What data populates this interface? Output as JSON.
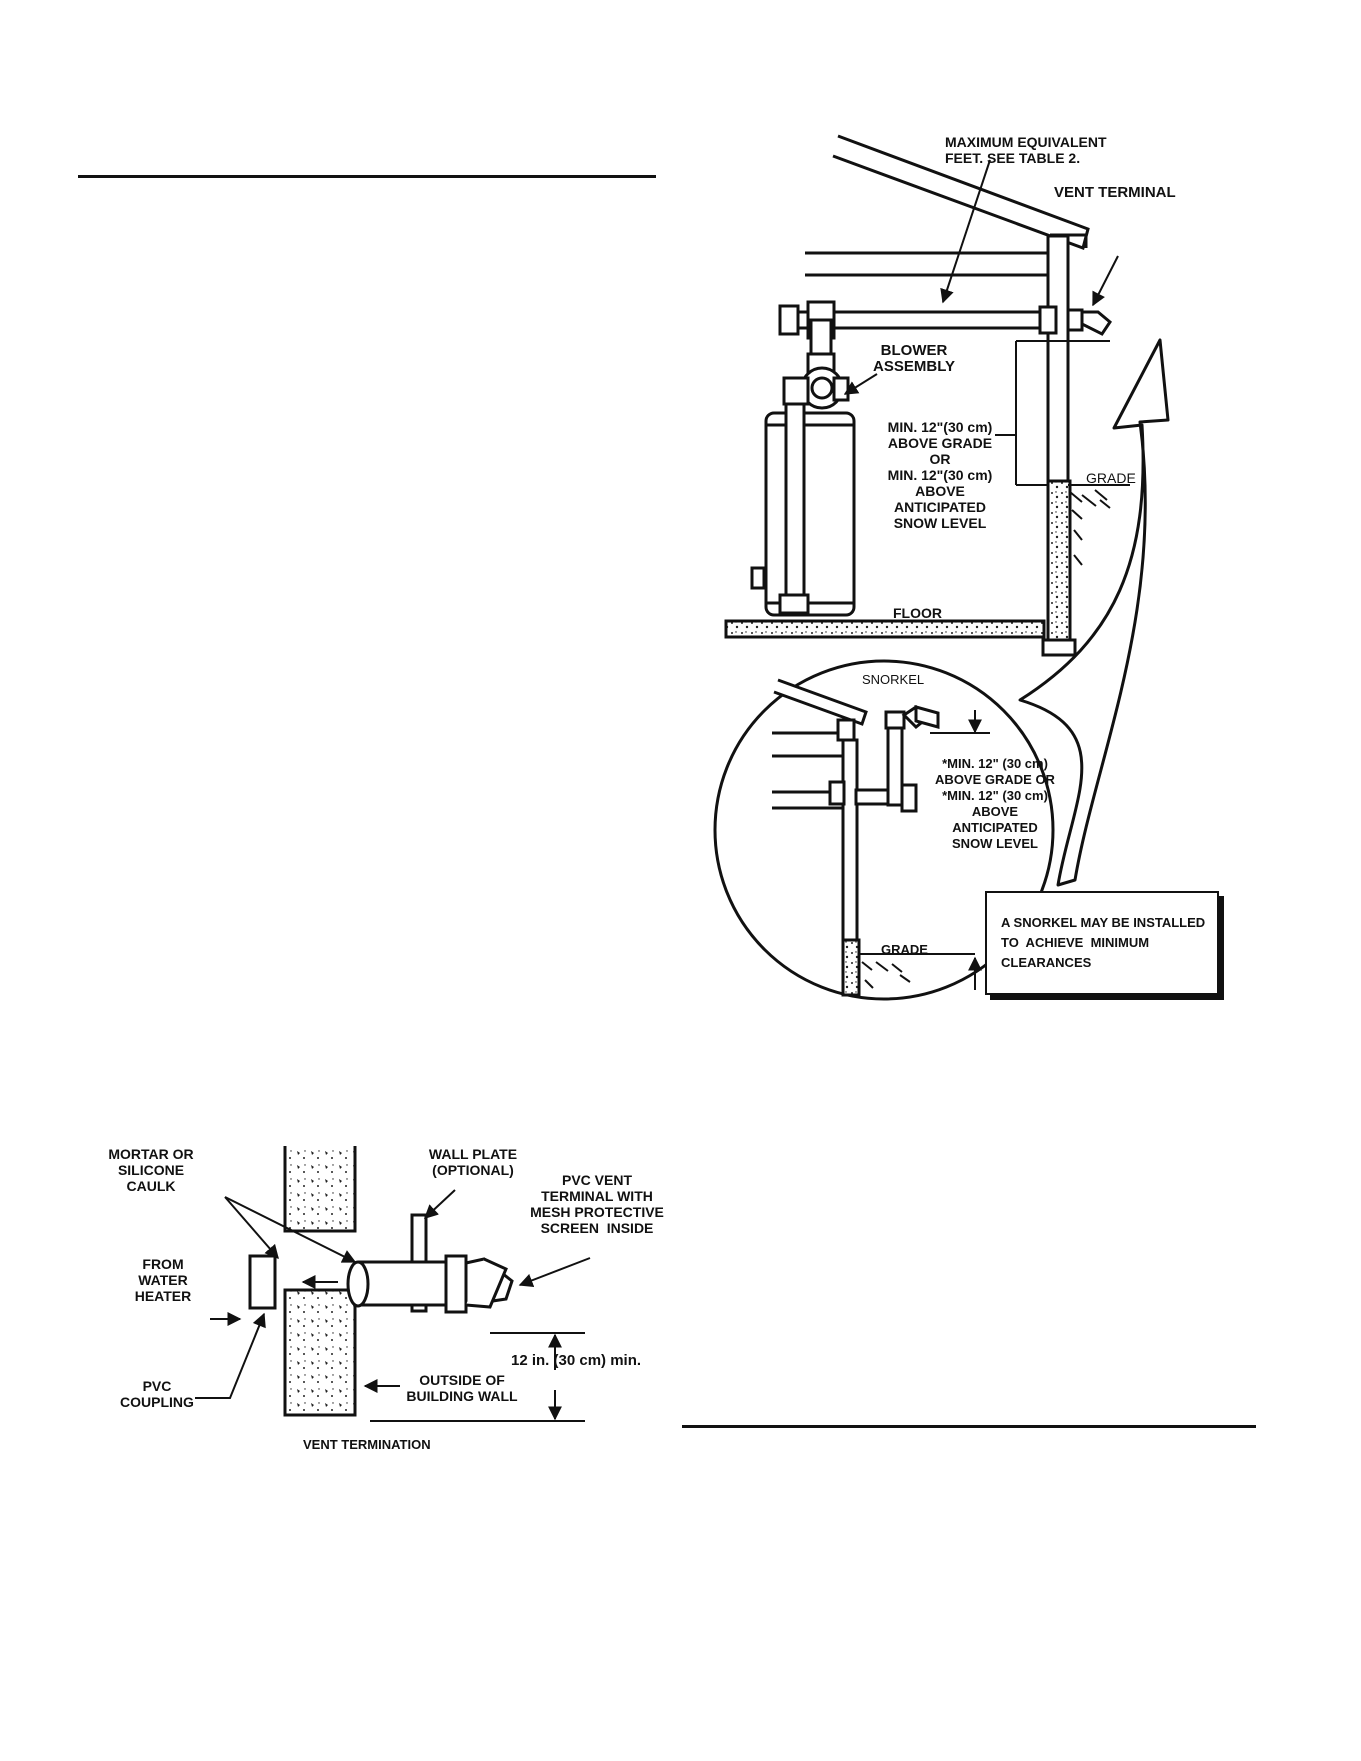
{
  "upper_figure": {
    "max_equivalent_feet": "MAXIMUM EQUIVALENT\nFEET. SEE TABLE 2.",
    "vent_terminal": "VENT TERMINAL",
    "blower_assembly": "BLOWER\nASSEMBLY",
    "min_clearance": "MIN. 12\"(30 cm)\nABOVE GRADE\nOR\nMIN. 12\"(30 cm)\nABOVE\nANTICIPATED\nSNOW LEVEL",
    "grade": "GRADE",
    "floor": "FLOOR"
  },
  "inset": {
    "snorkel": "SNORKEL",
    "min_clearance": "*MIN. 12\" (30 cm)\nABOVE GRADE OR\n*MIN. 12\" (30 cm)\nABOVE\nANTICIPATED\nSNOW LEVEL",
    "grade": "GRADE",
    "note": "A SNORKEL MAY BE INSTALLED\nTO  ACHIEVE  MINIMUM\nCLEARANCES"
  },
  "vent_termination": {
    "mortar": "MORTAR OR\nSILICONE\nCAULK",
    "wall_plate": "WALL PLATE\n(OPTIONAL)",
    "pvc_vent": "PVC VENT\nTERMINAL WITH\nMESH PROTECTIVE\nSCREEN  INSIDE",
    "from_water_heater": "FROM\nWATER\nHEATER",
    "pvc_coupling": "PVC\nCOUPLING",
    "clearance": "12 in. (30 cm) min.",
    "outside_wall": "OUTSIDE OF\nBUILDING WALL",
    "caption": "VENT TERMINATION"
  }
}
